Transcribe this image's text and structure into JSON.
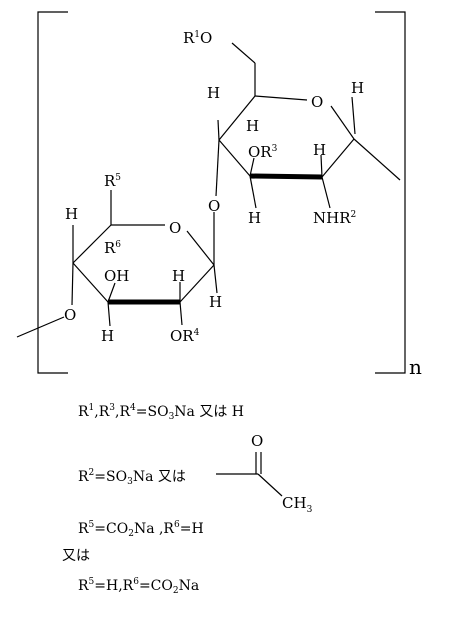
{
  "structure": {
    "atoms": {
      "r1o": "R",
      "r1o_sup": "1",
      "r1o_o": "O",
      "ring1_o": "O",
      "h_top_right": "H",
      "h_top_left": "H",
      "h_c4": "H",
      "or3": "OR",
      "or3_sup": "3",
      "h_c2": "H",
      "h_c3": "H",
      "nhr2": "NHR",
      "nhr2_sup": "2",
      "glyco_o": "O",
      "r5": "R",
      "r5_sup": "5",
      "r6": "R",
      "r6_sup": "6",
      "ring2_o": "O",
      "h_left": "H",
      "oh": "OH",
      "h_mid": "H",
      "h_anomeric": "H",
      "link_o": "O",
      "h_bottom": "H",
      "or4": "OR",
      "or4_sup": "4",
      "repeat_n": "n"
    }
  },
  "legend": {
    "line1": {
      "pre": "R",
      "s1": "1",
      "c1": ",R",
      "s2": "3",
      "c2": ",R",
      "s3": "4",
      "eq": "=SO",
      "sub": "3",
      "post": "Na 又は H"
    },
    "line2": {
      "pre": "R",
      "s1": "2",
      "eq": "=SO",
      "sub": "3",
      "post": "Na 又は",
      "carbonyl_o": "O",
      "ch": "CH",
      "ch_sub": "3"
    },
    "line3": {
      "pre": "R",
      "s1": "5",
      "eq": "=CO",
      "sub": "2",
      "mid": "Na ,R",
      "s2": "6",
      "post": "=H"
    },
    "or_word": "又は",
    "line4": {
      "pre": "R",
      "s1": "5",
      "mid": "=H,R",
      "s2": "6",
      "eq": "=CO",
      "sub": "2",
      "post": "Na"
    }
  }
}
